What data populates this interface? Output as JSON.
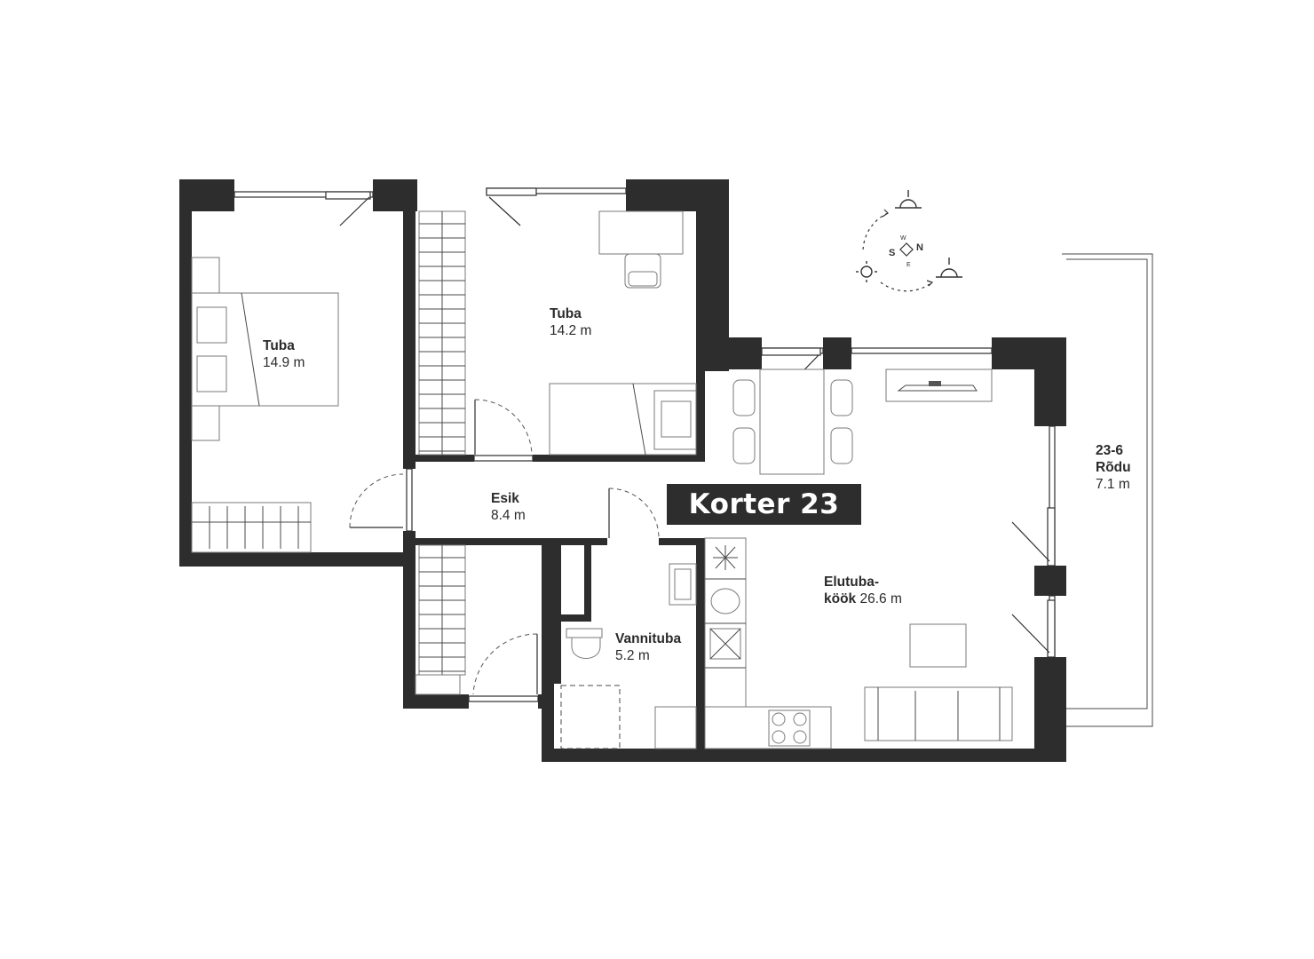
{
  "apartment": {
    "label": "Korter 23"
  },
  "rooms": {
    "bedroom_1": {
      "name": "Tuba",
      "area": "14.9 m"
    },
    "bedroom_2": {
      "name": "Tuba",
      "area": "14.2 m"
    },
    "hall": {
      "name": "Esik",
      "area": "8.4 m"
    },
    "bathroom": {
      "name": "Vannituba",
      "area": "5.2 m"
    },
    "living_kitchen": {
      "name_line1": "Elutuba-",
      "name_line2": "köök",
      "area": "26.6 m"
    },
    "balcony": {
      "code": "23-6",
      "name": "Rõdu",
      "area": "7.1 m"
    }
  },
  "compass": {
    "north": "N",
    "south": "S",
    "west": "W",
    "east": "E"
  },
  "colors": {
    "wall": "#2d2d2d",
    "badge_bg": "#2d2d2d",
    "badge_text": "#ffffff"
  }
}
